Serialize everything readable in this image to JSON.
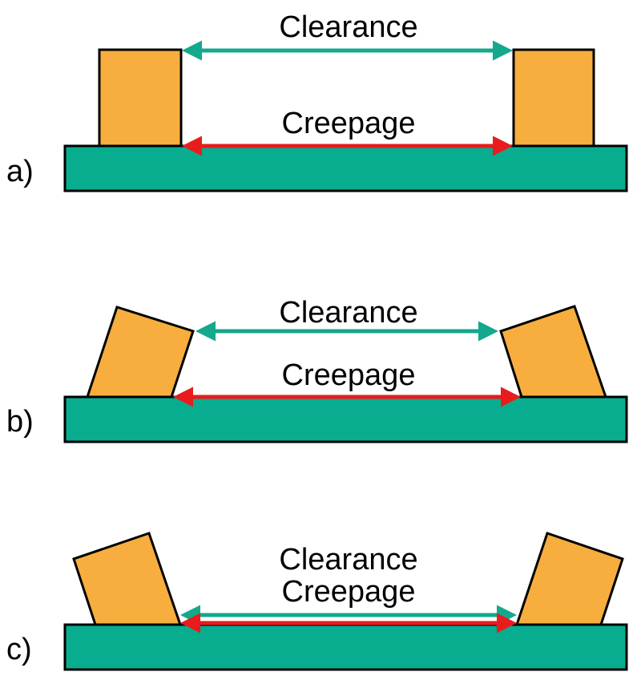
{
  "colors": {
    "board": "#08ad8f",
    "block": "#f7ae3e",
    "clearance_arrow": "#14a88c",
    "creepage_arrow": "#e81c1c",
    "outline": "#000000"
  },
  "panels": [
    {
      "id": "a",
      "label": "a)",
      "clearance_label": "Clearance",
      "creepage_label": "Creepage"
    },
    {
      "id": "b",
      "label": "b)",
      "clearance_label": "Clearance",
      "creepage_label": "Creepage"
    },
    {
      "id": "c",
      "label": "c)",
      "clearance_label": "Clearance",
      "creepage_label": "Creepage"
    }
  ]
}
